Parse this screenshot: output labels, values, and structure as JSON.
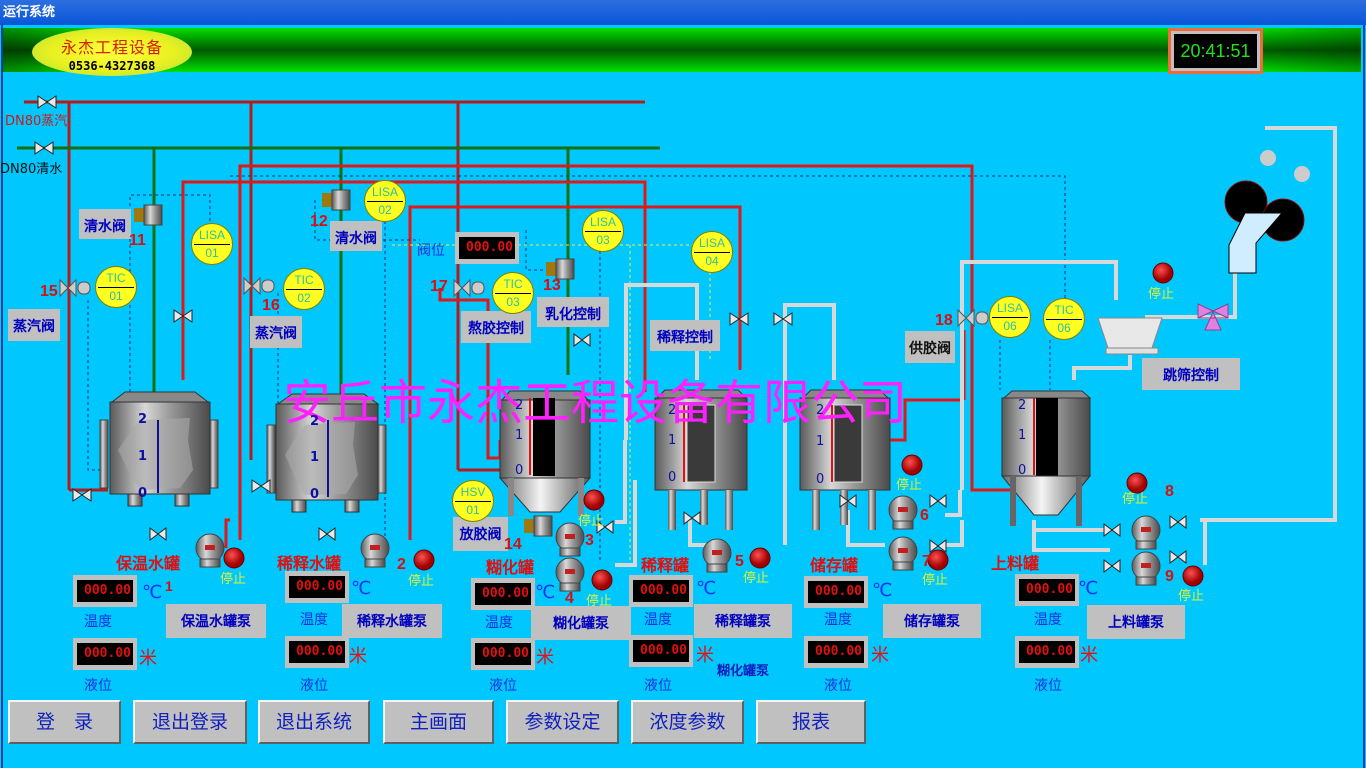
{
  "window": {
    "title": "运行系统"
  },
  "header": {
    "company_short": "永杰工程设备",
    "phone": "0536-4327368",
    "clock": "20:41:51"
  },
  "watermark": "安丘市永杰工程设备有限公司",
  "supply_lines": [
    {
      "label": "DN80蒸汽",
      "color": "#b01818"
    },
    {
      "label": "DN80清水",
      "color": "#107010"
    }
  ],
  "valve_labels": {
    "clean_water_1": "清水阀",
    "clean_water_2": "清水阀",
    "steam_1": "蒸汽阀",
    "steam_2": "蒸汽阀",
    "glue_boil": "熬胶控制",
    "emulsify": "乳化控制",
    "dilute": "稀释控制",
    "glue_supply": "供胶阀",
    "sieve": "跳筛控制",
    "glue_release": "放胶阀",
    "valve_position": "阀位",
    "valve_position_value": "000.00"
  },
  "instruments": [
    {
      "tag": "LISA",
      "num": "01"
    },
    {
      "tag": "LISA",
      "num": "02"
    },
    {
      "tag": "LISA",
      "num": "03"
    },
    {
      "tag": "LISA",
      "num": "04"
    },
    {
      "tag": "LISA",
      "num": "06"
    },
    {
      "tag": "TIC",
      "num": "01"
    },
    {
      "tag": "TIC",
      "num": "02"
    },
    {
      "tag": "TIC",
      "num": "03"
    },
    {
      "tag": "TIC",
      "num": "06"
    },
    {
      "tag": "HSV",
      "num": "01"
    }
  ],
  "tag_numbers": [
    "1",
    "2",
    "3",
    "4",
    "5",
    "6",
    "7",
    "8",
    "9",
    "11",
    "12",
    "13",
    "14",
    "15",
    "16",
    "17",
    "18"
  ],
  "level_scale": [
    "2",
    "1",
    "0"
  ],
  "tanks": [
    {
      "name": "保温水罐",
      "temp": "000.00",
      "level": "000.00",
      "pump_button": "保温水罐泵"
    },
    {
      "name": "稀释水罐",
      "temp": "000.00",
      "level": "000.00",
      "pump_button": "稀释水罐泵"
    },
    {
      "name": "糊化罐",
      "temp": "000.00",
      "level": "000.00",
      "pump_button": "糊化罐泵"
    },
    {
      "name": "稀释罐",
      "temp": "000.00",
      "level": "000.00",
      "pump_button": "稀释罐泵",
      "extra_label": "糊化罐泵"
    },
    {
      "name": "储存罐",
      "temp": "000.00",
      "level": "000.00",
      "pump_button": "储存罐泵"
    },
    {
      "name": "上料罐",
      "temp": "000.00",
      "level": "000.00",
      "pump_button": "上料罐泵"
    }
  ],
  "units": {
    "temp": "℃",
    "level": "米"
  },
  "captions": {
    "temp": "温度",
    "level": "液位"
  },
  "pump_status": "停止",
  "nav_buttons": [
    {
      "label": "登　录"
    },
    {
      "label": "退出登录"
    },
    {
      "label": "退出系统"
    },
    {
      "label": "主画面"
    },
    {
      "label": "参数设定"
    },
    {
      "label": "浓度参数"
    },
    {
      "label": "报表"
    }
  ]
}
